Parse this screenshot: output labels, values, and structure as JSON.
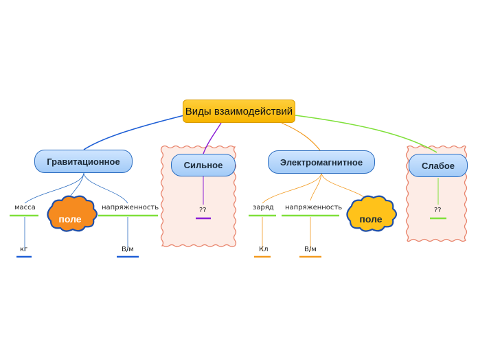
{
  "root": {
    "label": "Виды взаимодействий"
  },
  "branches": {
    "gravitational": {
      "label": "Гравитационное",
      "children": {
        "mass": "масса",
        "field_cloud": "поле",
        "intensity": "напряженность"
      },
      "units": {
        "mass": "кг",
        "intensity": "В/м"
      },
      "color": "#1e5fd6"
    },
    "strong": {
      "label": "Сильное",
      "child": "??",
      "color": "#8a1ed6"
    },
    "electromagnetic": {
      "label": "Электромагнитное",
      "children": {
        "charge": "заряд",
        "intensity": "напряженность",
        "field_cloud": "поле"
      },
      "units": {
        "charge": "Кл",
        "intensity": "В/м"
      },
      "color": "#f29a1f"
    },
    "weak": {
      "label": "Слабое",
      "child": "??",
      "color": "#7fe03a"
    }
  },
  "colors": {
    "frame_fill": "#fdece6",
    "frame_border": "#e8836b",
    "cloud_orange": "#f68b1f",
    "cloud_yellow": "#ffc21a",
    "cloud_border": "#1f4fa8",
    "child_line": "#7fe03a"
  }
}
